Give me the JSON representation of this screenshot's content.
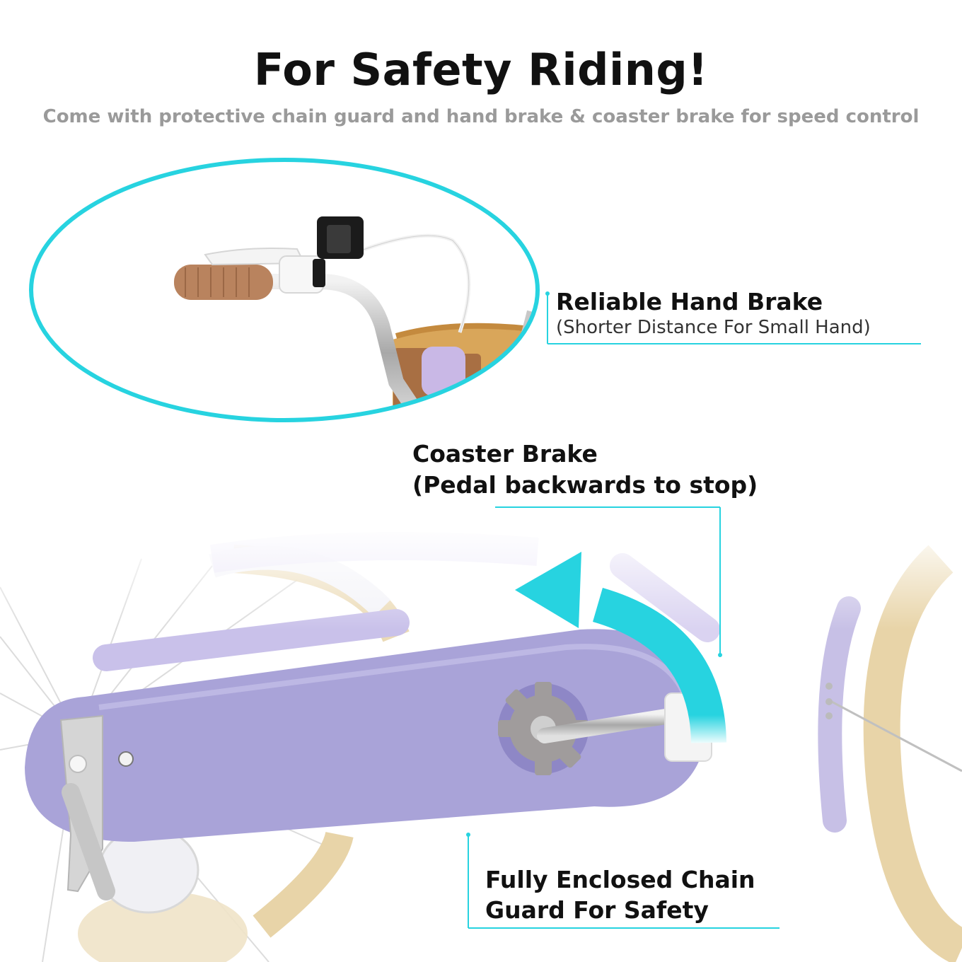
{
  "header": {
    "title": "For Safety Riding!",
    "subtitle": "Come with protective chain guard and hand brake & coaster brake for speed control"
  },
  "callouts": {
    "hand_brake": {
      "title": "Reliable Hand Brake",
      "subtitle": "(Shorter Distance For Small Hand)"
    },
    "coaster_brake": {
      "line1": "Coaster Brake",
      "line2": "(Pedal backwards to stop)"
    },
    "chain_guard": {
      "line1": "Fully Enclosed Chain",
      "line2": "Guard For Safety"
    }
  },
  "colors": {
    "accent_cyan": "#27d3e0",
    "guard_purple": "#a9a3d8",
    "tire_cream": "#e8d4a8",
    "grip_brown": "#b9835e"
  },
  "icons": [
    "rotate-back-arrow-icon"
  ]
}
